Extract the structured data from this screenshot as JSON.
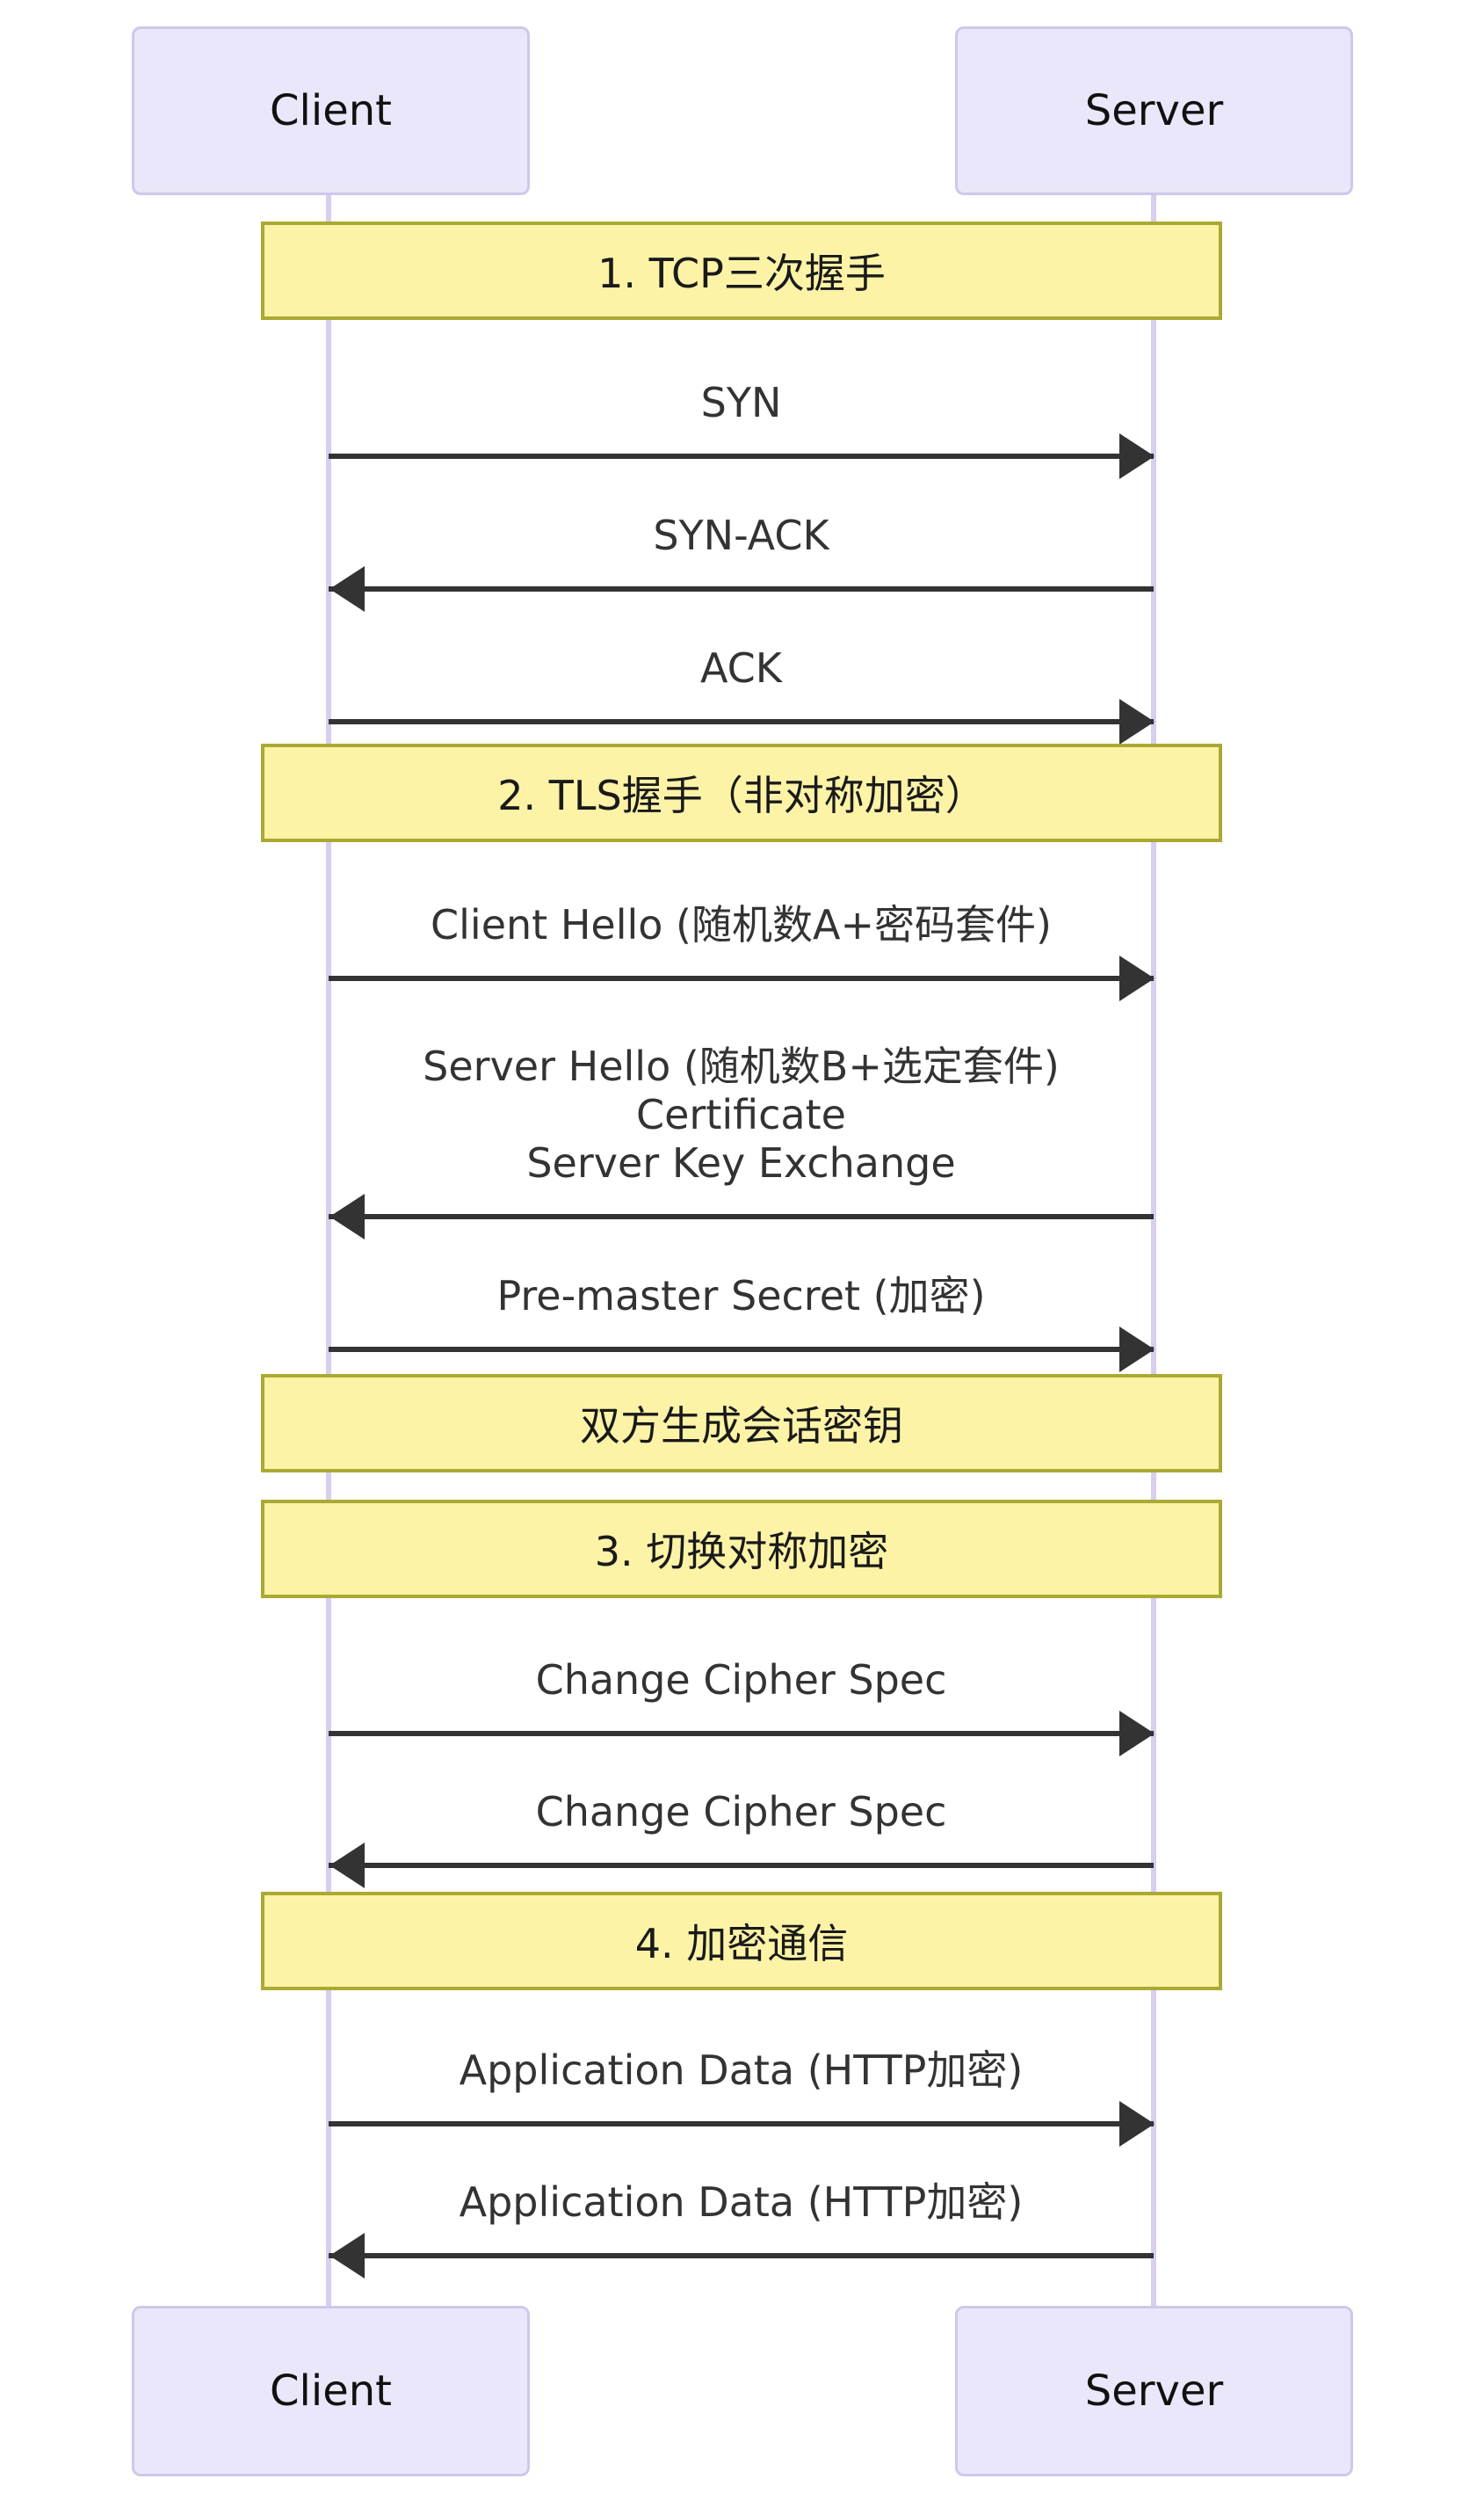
{
  "diagram": {
    "type": "sequence-diagram",
    "topic": "HTTPS / TLS handshake between Client and Server",
    "actors": [
      {
        "id": "client",
        "label": "Client"
      },
      {
        "id": "server",
        "label": "Server"
      }
    ],
    "steps": [
      {
        "kind": "note",
        "text": "1. TCP三次握手"
      },
      {
        "kind": "message",
        "from": "client",
        "to": "server",
        "lines": [
          "SYN"
        ]
      },
      {
        "kind": "message",
        "from": "server",
        "to": "client",
        "lines": [
          "SYN-ACK"
        ]
      },
      {
        "kind": "message",
        "from": "client",
        "to": "server",
        "lines": [
          "ACK"
        ]
      },
      {
        "kind": "note",
        "text": "2. TLS握手（非对称加密）"
      },
      {
        "kind": "message",
        "from": "client",
        "to": "server",
        "lines": [
          "Client Hello (随机数A+密码套件)"
        ]
      },
      {
        "kind": "message",
        "from": "server",
        "to": "client",
        "lines": [
          "Server Hello (随机数B+选定套件)",
          "Certificate",
          "Server Key Exchange"
        ]
      },
      {
        "kind": "message",
        "from": "client",
        "to": "server",
        "lines": [
          "Pre-master Secret (加密)"
        ]
      },
      {
        "kind": "note",
        "text": "双方生成会话密钥"
      },
      {
        "kind": "note",
        "text": "3. 切换对称加密"
      },
      {
        "kind": "message",
        "from": "client",
        "to": "server",
        "lines": [
          "Change Cipher Spec"
        ]
      },
      {
        "kind": "message",
        "from": "server",
        "to": "client",
        "lines": [
          "Change Cipher Spec"
        ]
      },
      {
        "kind": "note",
        "text": "4. 加密通信"
      },
      {
        "kind": "message",
        "from": "client",
        "to": "server",
        "lines": [
          "Application Data (HTTP加密)"
        ]
      },
      {
        "kind": "message",
        "from": "server",
        "to": "client",
        "lines": [
          "Application Data (HTTP加密)"
        ]
      }
    ],
    "colors": {
      "background": "#ffffff",
      "actor_fill": "#e9e7f9",
      "actor_border": "#d0c7eb",
      "actor_text": "#111111",
      "lifeline": "#d8cef0",
      "note_fill": "#fcf3a7",
      "note_border": "#aaaa33",
      "note_text": "#1a1a1a",
      "arrow": "#333333",
      "message_text": "#333333"
    }
  }
}
